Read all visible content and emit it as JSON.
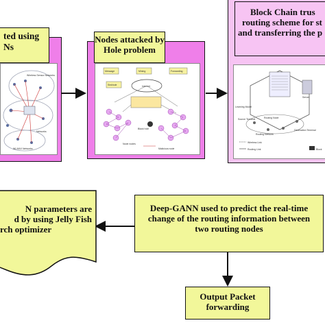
{
  "nodes": {
    "box1": {
      "title_line1": "ted using",
      "title_line2": "Ns"
    },
    "box2": {
      "title_line1": "Nodes attacked by",
      "title_line2": "Hole problem"
    },
    "box3": {
      "title_line1": "Block Chain  trus",
      "title_line2": "routing scheme for st",
      "title_line3": "and transferring the p"
    },
    "box4": {
      "title_line1": "N parameters are",
      "title_line2": "d by using Jelly Fish",
      "title_line3": "rch optimizer"
    },
    "box5": {
      "title_line1": "Deep-GANN used to predict the real-time",
      "title_line2": "change of the routing information between",
      "title_line3": "two routing nodes"
    },
    "box6": {
      "title_line1": "Output  Packet",
      "title_line2": "forwarding"
    }
  },
  "thumbnails": {
    "wsn": {
      "caption_top": "Wireless Sensor Networks",
      "caption_bottom": "WI-MAX Networks",
      "caption_side": "Networks"
    },
    "hole": {
      "labels": [
        "Message",
        "Mining",
        "Forwarding",
        "Internet",
        "Sinkhole",
        "Black hole",
        "Node nodes",
        "Malicious node"
      ]
    },
    "blockchain": {
      "labels": [
        "Learning Model",
        "Source Terminal",
        "Routing Node",
        "Routing Network",
        "Destination Terminal",
        "Wireless Link",
        "Routing Link",
        "Server",
        "Block"
      ]
    }
  },
  "colors": {
    "accent_green": "#f2f79a",
    "accent_magenta": "#ef7fe9",
    "accent_pink": "#f7c4f3",
    "border": "#111111"
  }
}
